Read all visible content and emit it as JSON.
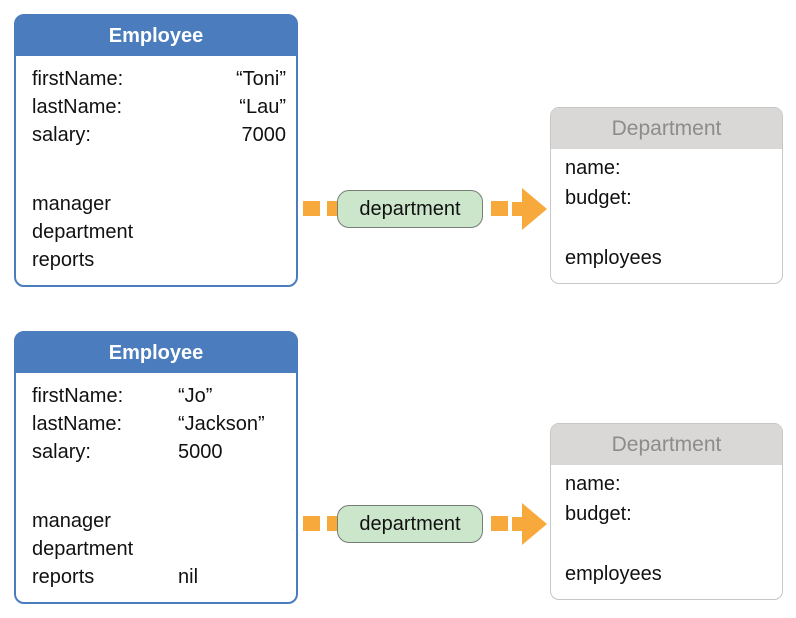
{
  "colors": {
    "employee_header": "#4a7cbe",
    "employee_border": "#4a7cbe",
    "employee_title_text": "#ffffff",
    "department_header_bg": "#d9d8d6",
    "department_title_text": "#8c8c8c",
    "department_border": "#c6c6c6",
    "arrow_orange": "#f7a93c",
    "pill_fill": "#cce6cb",
    "pill_border": "#757d75",
    "body_text": "#111111"
  },
  "rows": [
    {
      "employee": {
        "title": "Employee",
        "attrs": [
          {
            "label": "firstName:",
            "value": "“Toni”"
          },
          {
            "label": "lastName:",
            "value": "“Lau”"
          },
          {
            "label": "salary:",
            "value": "7000"
          }
        ],
        "rels": [
          {
            "label": "manager",
            "value": ""
          },
          {
            "label": "department",
            "value": ""
          },
          {
            "label": "reports",
            "value": ""
          }
        ]
      },
      "arrow": {
        "label": "department"
      },
      "department": {
        "title": "Department",
        "attrs": [
          {
            "label": "name:"
          },
          {
            "label": "budget:"
          }
        ],
        "rels": [
          {
            "label": "employees"
          }
        ]
      }
    },
    {
      "employee": {
        "title": "Employee",
        "attrs": [
          {
            "label": "firstName:",
            "value": "“Jo”"
          },
          {
            "label": "lastName:",
            "value": "“Jackson”"
          },
          {
            "label": "salary:",
            "value": "5000"
          }
        ],
        "rels": [
          {
            "label": "manager",
            "value": ""
          },
          {
            "label": "department",
            "value": ""
          },
          {
            "label": "reports",
            "value": "nil"
          }
        ]
      },
      "arrow": {
        "label": "department"
      },
      "department": {
        "title": "Department",
        "attrs": [
          {
            "label": "name:"
          },
          {
            "label": "budget:"
          }
        ],
        "rels": [
          {
            "label": "employees"
          }
        ]
      }
    }
  ]
}
